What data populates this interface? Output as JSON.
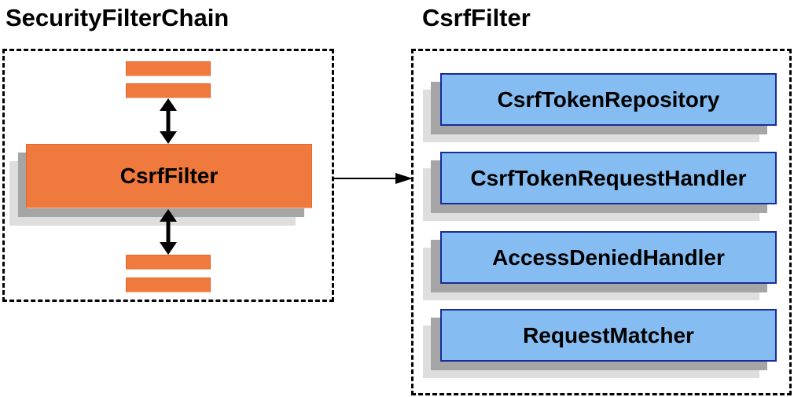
{
  "left_section": {
    "title": "SecurityFilterChain",
    "chain_box": {
      "filter_label": "CsrfFilter"
    }
  },
  "right_section": {
    "title": "CsrfFilter",
    "components": [
      {
        "label": "CsrfTokenRepository"
      },
      {
        "label": "CsrfTokenRequestHandler"
      },
      {
        "label": "AccessDeniedHandler"
      },
      {
        "label": "RequestMatcher"
      }
    ]
  },
  "colors": {
    "orange_fill": "#F0793D",
    "orange_border": "#E2672B",
    "blue_fill": "#85BDF2",
    "blue_border": "#1B2B9B",
    "shadow_dark": "#A5A5A5",
    "shadow_light": "#DEDEDE",
    "line": "#000000",
    "background": "#FFFFFF"
  }
}
